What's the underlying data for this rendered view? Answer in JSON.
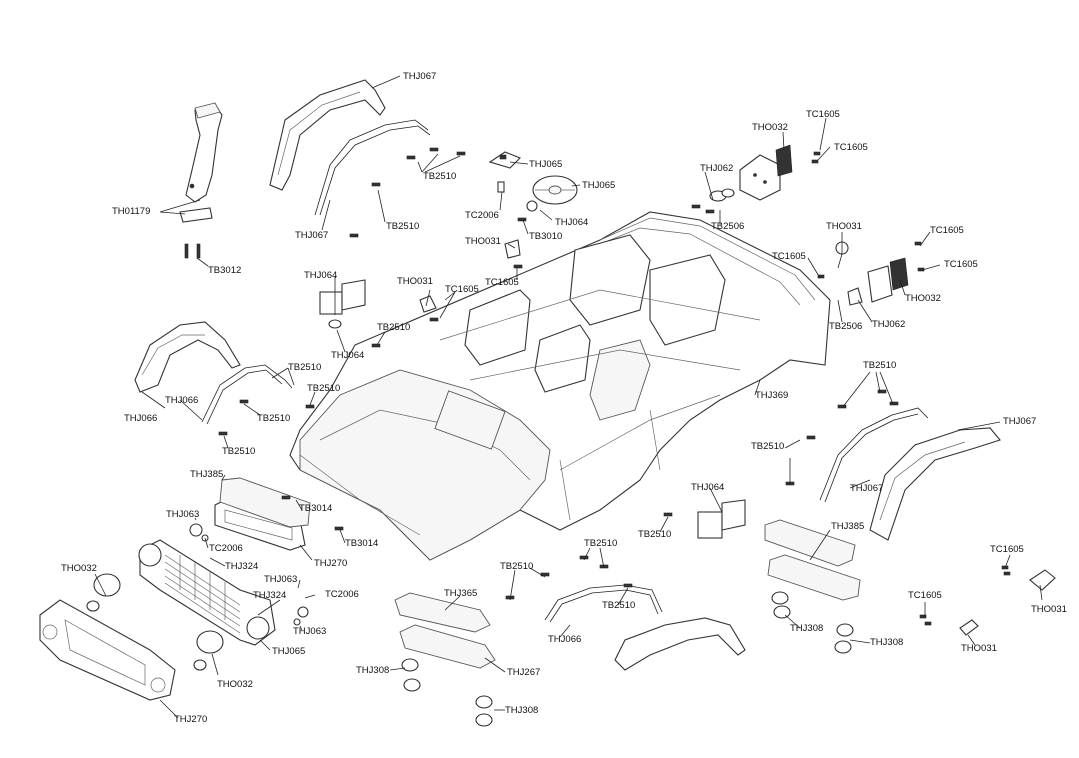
{
  "labels": {
    "thj067_a": "THJ067",
    "thj067_b": "THJ067",
    "thj067_c": "THJ067",
    "thj067_d": "THJ067",
    "tb2510_a": "TB2510",
    "tb2510_b": "TB2510",
    "tb2510_c": "TB2510",
    "tb2510_d": "TB2510",
    "tb2510_e": "TB2510",
    "tb2510_f": "TB2510",
    "tb2510_g": "TB2510",
    "tb2510_h": "TB2510",
    "tb2510_i": "TB2510",
    "tb2510_j": "TB2510",
    "tb2510_k": "TB2510",
    "tb2510_l": "TB2510",
    "tb2510_m": "TB2510",
    "th01179": "TH01179",
    "tb3012": "TB3012",
    "thj065_a": "THJ065",
    "thj065_b": "THJ065",
    "thj065_c": "THJ065",
    "tc2006_a": "TC2006",
    "tc2006_b": "TC2006",
    "tc2006_c": "TC2006",
    "thj064_a": "THJ064",
    "thj064_b": "THJ064",
    "thj064_c": "THJ064",
    "thj064_d": "THJ064",
    "tb3010": "TB3010",
    "tho031_a": "THO031",
    "tho031_b": "THO031",
    "tho031_c": "THO031",
    "tho031_d": "THO031",
    "tho031_e": "THO031",
    "tc1605_a": "TC1605",
    "tc1605_b": "TC1605",
    "tc1605_c": "TC1605",
    "tc1605_d": "TC1605",
    "tc1605_e": "TC1605",
    "tc1605_f": "TC1605",
    "tc1605_g": "TC1605",
    "tc1605_h": "TC1605",
    "tc1605_i": "TC1605",
    "tho032_a": "THO032",
    "tho032_b": "THO032",
    "tho032_c": "THO032",
    "tho032_d": "THO032",
    "thj062_a": "THJ062",
    "thj062_b": "THJ062",
    "tb2506_a": "TB2506",
    "tb2506_b": "TB2506",
    "thj066_a": "THJ066",
    "thj066_b": "THJ066",
    "thj066_c": "THJ066",
    "thj369": "THJ369",
    "thj385_a": "THJ385",
    "thj385_b": "THJ385",
    "tb3014_a": "TB3014",
    "tb3014_b": "TB3014",
    "thj063_a": "THJ063",
    "thj063_b": "THJ063",
    "thj063_c": "THJ063",
    "thj324_a": "THJ324",
    "thj324_b": "THJ324",
    "thj270_a": "THJ270",
    "thj270_b": "THJ270",
    "thj365": "THJ365",
    "thj308_a": "THJ308",
    "thj308_b": "THJ308",
    "thj308_c": "THJ308",
    "thj308_d": "THJ308",
    "thj267": "THJ267"
  }
}
